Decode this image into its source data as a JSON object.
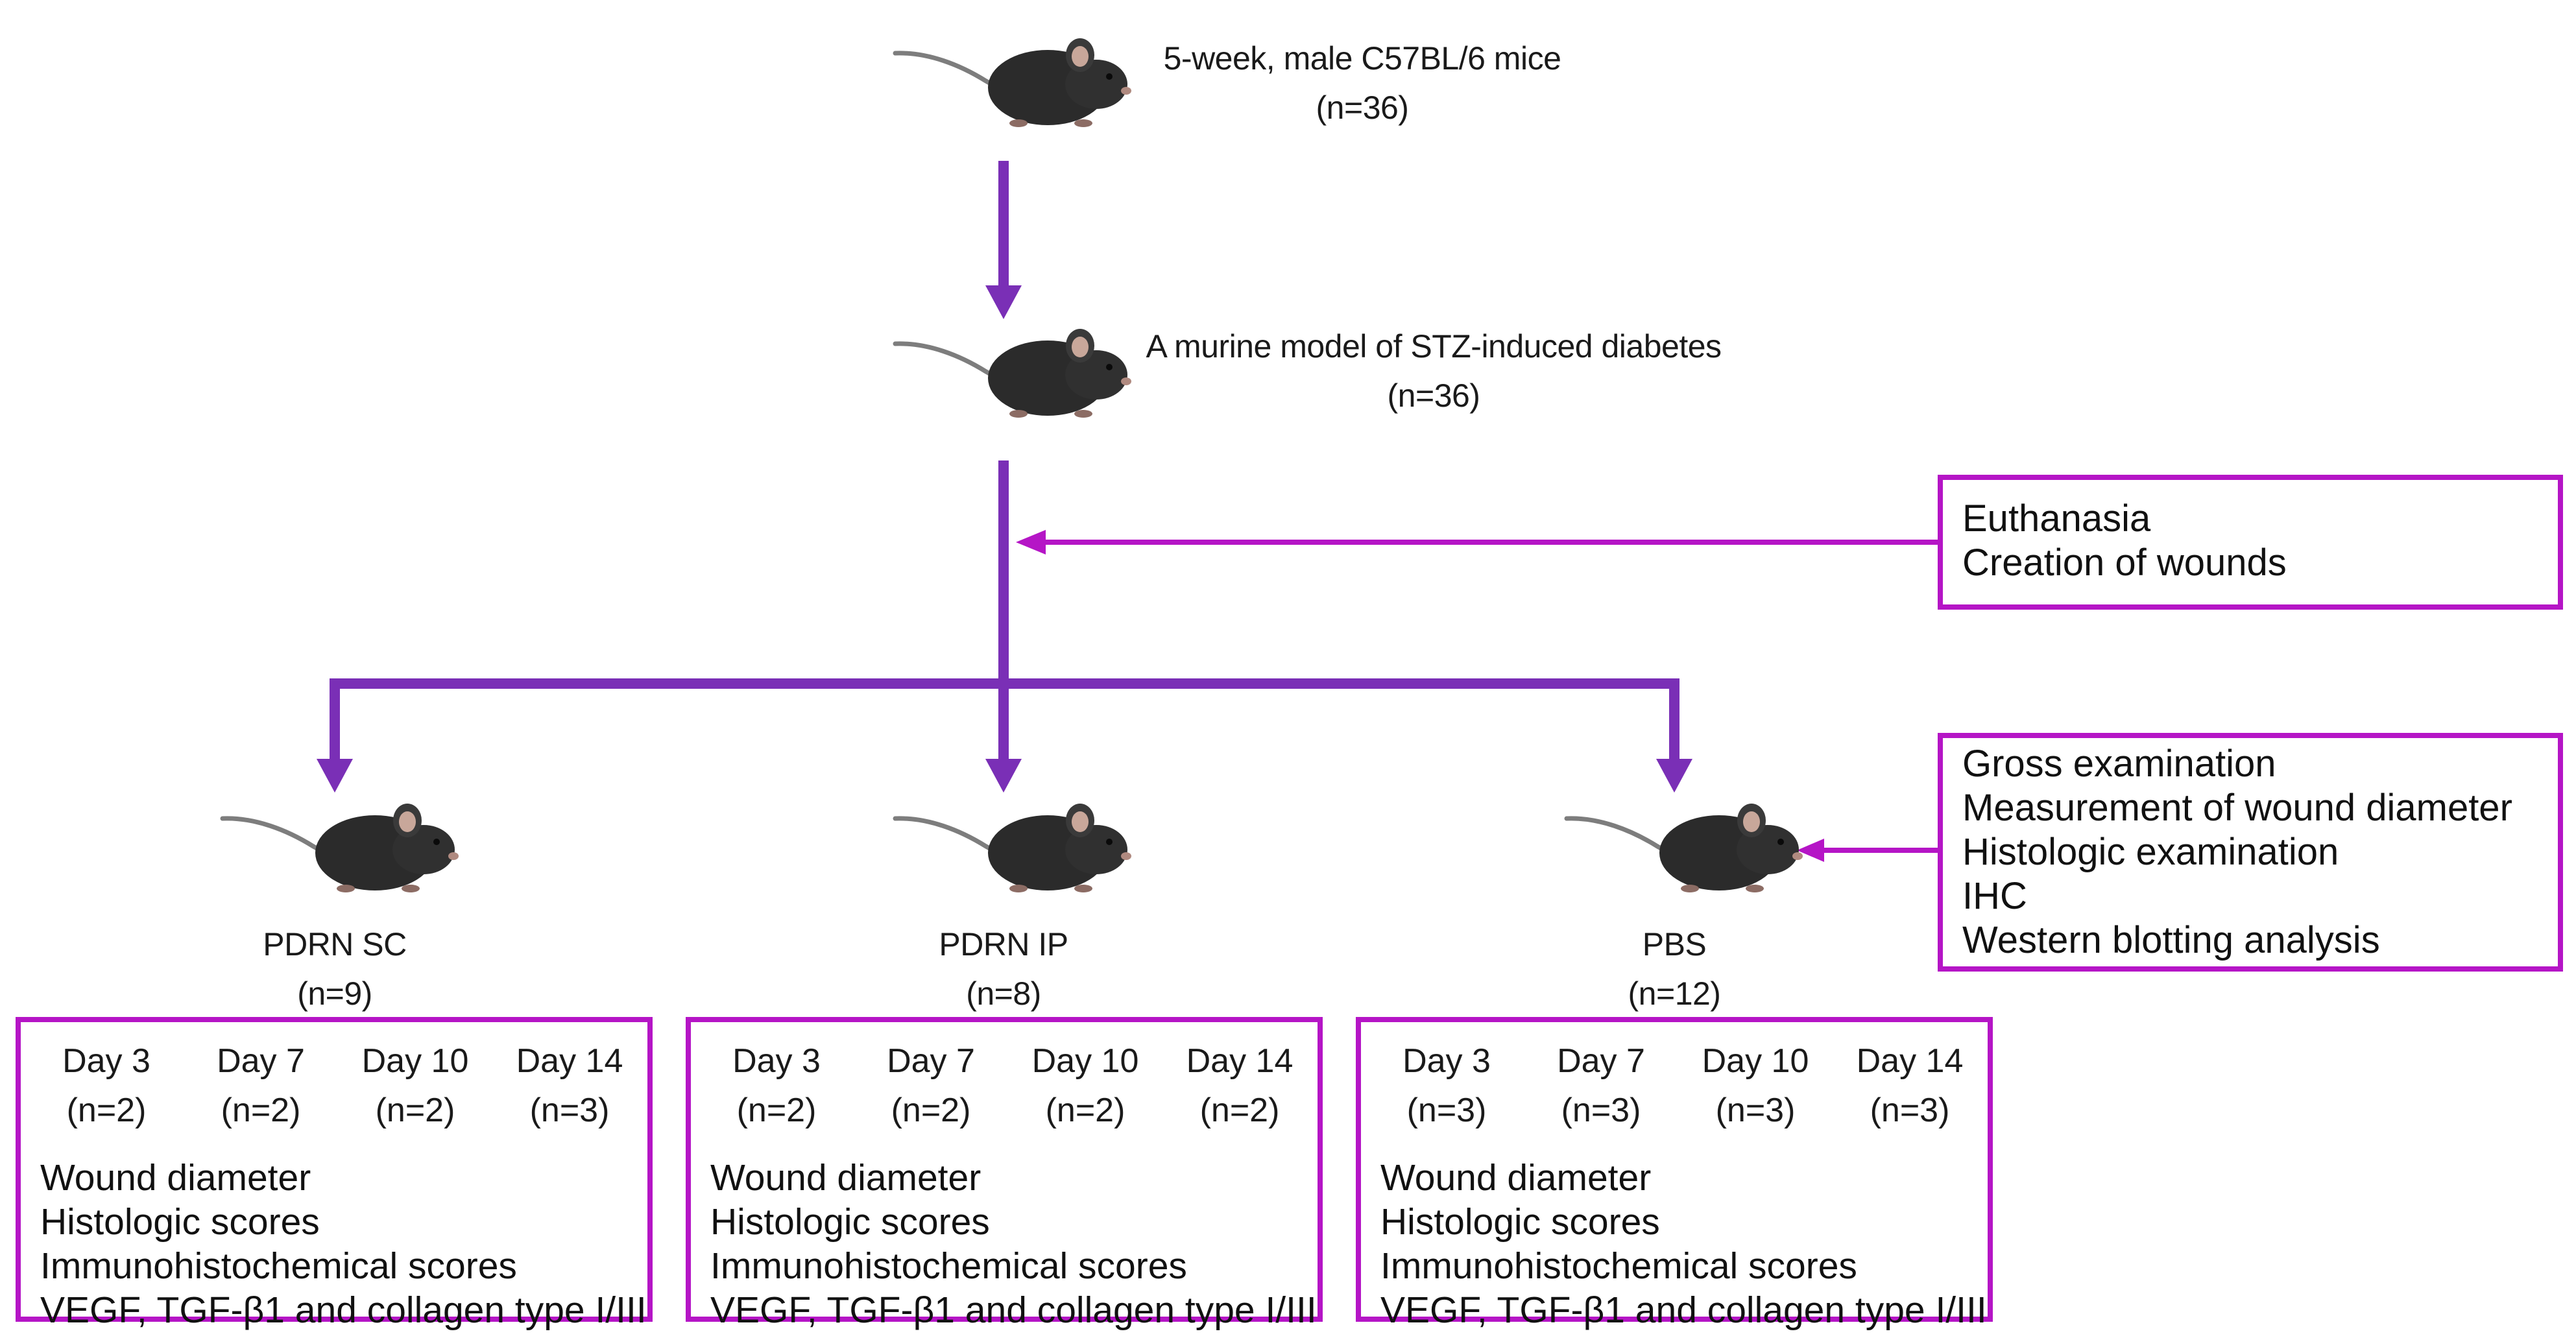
{
  "colors": {
    "arrow_main": "#7a2fb6",
    "arrow_side": "#b515c6",
    "box_border": "#b515c6"
  },
  "top": {
    "mouse_icon": "mouse-icon",
    "title": "5-week, male C57BL/6 mice",
    "n": "(n=36)"
  },
  "model": {
    "mouse_icon": "mouse-icon",
    "title": "A murine model of STZ-induced diabetes",
    "n": "(n=36)"
  },
  "procedures_box": {
    "items": [
      "Euthanasia",
      "Creation of wounds"
    ]
  },
  "analysis_box": {
    "items": [
      "Gross examination",
      "Measurement of wound diameter",
      "Histologic examination",
      "IHC",
      "Western blotting analysis"
    ]
  },
  "groups": [
    {
      "name": "PDRN SC",
      "n": "(n=9)",
      "days": [
        {
          "day": "Day 3",
          "n": "(n=2)"
        },
        {
          "day": "Day 7",
          "n": "(n=2)"
        },
        {
          "day": "Day 10",
          "n": "(n=2)"
        },
        {
          "day": "Day 14",
          "n": "(n=3)"
        }
      ],
      "measures": [
        "Wound diameter",
        "Histologic scores",
        "Immunohistochemical scores",
        "VEGF, TGF-β1 and collagen type I/III"
      ]
    },
    {
      "name": "PDRN IP",
      "n": "(n=8)",
      "days": [
        {
          "day": "Day 3",
          "n": "(n=2)"
        },
        {
          "day": "Day 7",
          "n": "(n=2)"
        },
        {
          "day": "Day 10",
          "n": "(n=2)"
        },
        {
          "day": "Day 14",
          "n": "(n=2)"
        }
      ],
      "measures": [
        "Wound diameter",
        "Histologic scores",
        "Immunohistochemical scores",
        "VEGF, TGF-β1 and collagen type I/III"
      ]
    },
    {
      "name": "PBS",
      "n": "(n=12)",
      "days": [
        {
          "day": "Day 3",
          "n": "(n=3)"
        },
        {
          "day": "Day 7",
          "n": "(n=3)"
        },
        {
          "day": "Day 10",
          "n": "(n=3)"
        },
        {
          "day": "Day 14",
          "n": "(n=3)"
        }
      ],
      "measures": [
        "Wound diameter",
        "Histologic scores",
        "Immunohistochemical scores",
        "VEGF, TGF-β1 and collagen type I/III"
      ]
    }
  ]
}
